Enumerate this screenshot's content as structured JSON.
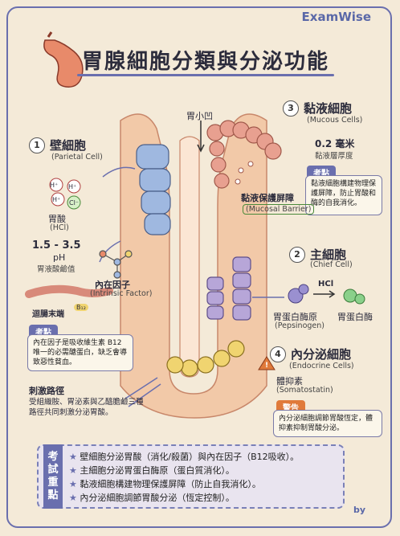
{
  "brand": "ExamWise",
  "title": "胃腺細胞分類與分泌功能",
  "pit_label": "胃小凹",
  "parietal": {
    "num": "1",
    "name": "壁細胞",
    "en": "(Parietal Cell)",
    "acid": "胃酸",
    "acid_en": "(HCl)",
    "h1": "H⁺",
    "h2": "H⁺",
    "h3": "H⁺",
    "cl": "Cl⁻",
    "ph_value": "1.5 - 3.5",
    "ph_unit": "pH",
    "ph_desc": "胃液酸鹼值",
    "if_label": "內在因子",
    "if_en": "(Intrinsic Factor)",
    "ileum": "迴腸末端",
    "b12": "B₁₂"
  },
  "mucous": {
    "num": "3",
    "name": "黏液細胞",
    "en": "(Mucous Cells)",
    "thickness": "0.2 毫米",
    "thickness_desc": "黏液層厚度",
    "barrier": "黏液保護屏障",
    "barrier_en": "(Mucosal Barrier)"
  },
  "note_mucous": {
    "tag": "考點",
    "text": "黏液細胞構建物理保護屏障，防止胃酸和酶的自我消化。"
  },
  "note_parietal": {
    "tag": "考點",
    "text": "內在因子是吸收維生素 B12 唯一的必需醣蛋白，缺乏會導致惡性貧血。"
  },
  "chief": {
    "num": "2",
    "name": "主細胞",
    "en": "(Chief Cell)",
    "pepsinogen": "胃蛋白酶原",
    "pepsinogen_en": "(Pepsinogen)",
    "hcl": "HCl",
    "pepsin": "胃蛋白酶"
  },
  "endocrine": {
    "num": "4",
    "name": "內分泌細胞",
    "en": "(Endocrine Cells)",
    "hormone": "體抑素",
    "hormone_en": "(Somatostatin)"
  },
  "warning": {
    "tag": "警告",
    "text": "內分泌細胞調節胃酸恆定，體抑素抑制胃酸分泌。"
  },
  "stim": {
    "title": "刺激路徑",
    "text": "受組織胺、胃泌素與乙醯膽鹼三種路徑共同刺激分泌胃酸。"
  },
  "summary": {
    "tag": [
      "考",
      "試",
      "重",
      "點"
    ],
    "items": [
      "壁細胞分泌胃酸（消化/殺菌）與內在因子（B12吸收）。",
      "主細胞分泌胃蛋白酶原（蛋白質消化）。",
      "黏液細胞構建物理保護屏障（防止自我消化）。",
      "內分泌細胞調節胃酸分泌（恆定控制）。"
    ]
  },
  "byline": "by",
  "colors": {
    "accent": "#6a6fae",
    "parietal": "#9fb8e0",
    "mucous": "#e8a090",
    "chief": "#b7a6d8",
    "endocrine": "#f0d470",
    "tissue": "#f2c9a8",
    "warning": "#e07a3a"
  }
}
